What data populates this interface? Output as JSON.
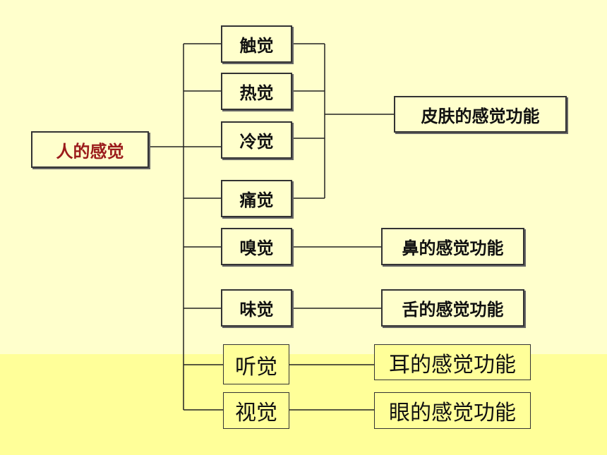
{
  "root": "人的感觉",
  "senses": [
    "触觉",
    "热觉",
    "冷觉",
    "痛觉",
    "嗅觉",
    "味觉",
    "听觉",
    "视觉"
  ],
  "functions": [
    "皮肤的感觉功能",
    "鼻的感觉功能",
    "舌的感觉功能",
    "耳的感觉功能",
    "眼的感觉功能"
  ],
  "colors": {
    "background": "#FFFFCC",
    "lower_band": "#FFFF99",
    "root_text": "#9B1B1B"
  }
}
